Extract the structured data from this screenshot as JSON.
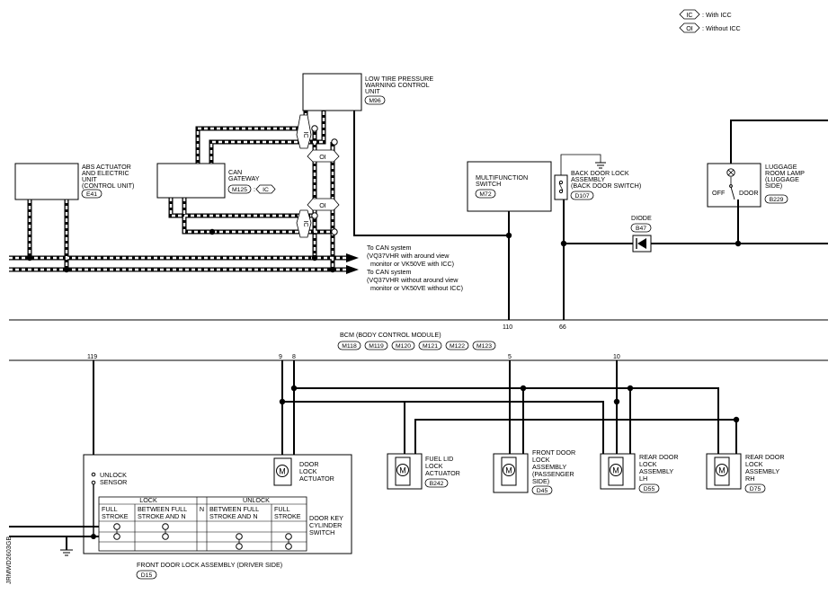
{
  "legend": {
    "ic_tag": "IC",
    "ic_text": ": With ICC",
    "oi_tag": "OI",
    "oi_text": ": Without ICC"
  },
  "components": {
    "abs": {
      "l1": "ABS ACTUATOR",
      "l2": "AND ELECTRIC",
      "l3": "UNIT",
      "l4": "(CONTROL UNIT)",
      "conn": "E41"
    },
    "gateway": {
      "l1": "CAN",
      "l2": "GATEWAY",
      "conn": "M125",
      "tag": "IC"
    },
    "tpms": {
      "l1": "LOW TIRE PRESSURE",
      "l2": "WARNING CONTROL",
      "l3": "UNIT",
      "conn": "M96"
    },
    "multifunction": {
      "l1": "MULTIFUNCTION",
      "l2": "SWITCH",
      "conn": "M72"
    },
    "back_door": {
      "l1": "BACK DOOR LOCK",
      "l2": "ASSEMBLY",
      "l3": "(BACK DOOR SWITCH)",
      "conn": "D107"
    },
    "diode": {
      "l1": "DIODE",
      "conn": "B47"
    },
    "luggage": {
      "l1": "LUGGAGE",
      "l2": "ROOM LAMP",
      "l3": "(LUGGAGE",
      "l4": "SIDE)",
      "conn": "B229",
      "off": "OFF",
      "door": "DOOR"
    },
    "bcm": {
      "title": "BCM (BODY CONTROL MODULE)",
      "conns": [
        "M118",
        "M119",
        "M120",
        "M121",
        "M122",
        "M123"
      ]
    },
    "door_actuator": {
      "l1": "DOOR",
      "l2": "LOCK",
      "l3": "ACTUATOR"
    },
    "unlock_sensor": {
      "l1": "UNLOCK",
      "l2": "SENSOR"
    },
    "fuel_lid": {
      "l1": "FUEL LID",
      "l2": "LOCK",
      "l3": "ACTUATOR",
      "conn": "B242"
    },
    "front_pass": {
      "l1": "FRONT DOOR",
      "l2": "LOCK",
      "l3": "ASSEMBLY",
      "l4": "(PASSENGER",
      "l5": "SIDE)",
      "conn": "D45"
    },
    "rear_lh": {
      "l1": "REAR DOOR",
      "l2": "LOCK",
      "l3": "ASSEMBLY",
      "l4": "LH",
      "conn": "D55"
    },
    "rear_rh": {
      "l1": "REAR DOOR",
      "l2": "LOCK",
      "l3": "ASSEMBLY",
      "l4": "RH",
      "conn": "D75"
    },
    "driver": {
      "title": "FRONT DOOR LOCK ASSEMBLY (DRIVER SIDE)",
      "conn": "D15"
    },
    "key_switch": {
      "l1": "DOOR KEY",
      "l2": "CYLINDER",
      "l3": "SWITCH"
    }
  },
  "switch_table": {
    "lock": "LOCK",
    "n": "N",
    "unlock": "UNLOCK",
    "full_a": "FULL",
    "stroke_a": "STROKE",
    "between_a1": "BETWEEN FULL",
    "between_a2": "STROKE AND N",
    "between_b1": "BETWEEN FULL",
    "between_b2": "STROKE AND N",
    "full_b": "FULL",
    "stroke_b": "STROKE"
  },
  "can_notes": {
    "a1": "To CAN system",
    "a2": "(VQ37VHR with around view",
    "a3": "monitor or VK50VE with ICC)",
    "b1": "To CAN system",
    "b2": "(VQ37VHR without around view",
    "b3": "monitor or VK50VE without ICC)"
  },
  "pins": {
    "p110": "110",
    "p66": "66",
    "p119": "119",
    "p9": "9",
    "p8": "8",
    "p5": "5",
    "p10": "10"
  },
  "motor_symbol": "M",
  "figure_id": "JRMWD2603GB"
}
